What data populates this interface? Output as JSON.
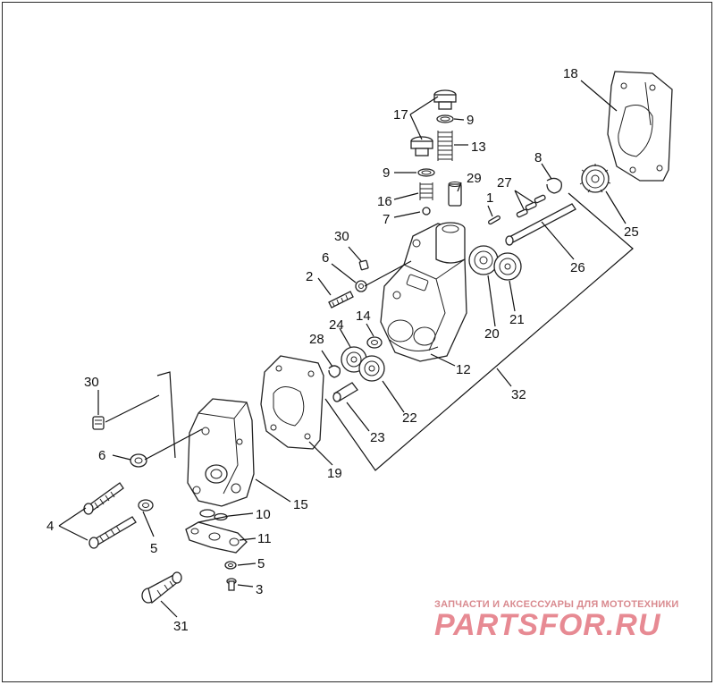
{
  "callouts": [
    {
      "label": "1"
    },
    {
      "label": "2"
    },
    {
      "label": "3"
    },
    {
      "label": "4"
    },
    {
      "label": "5"
    },
    {
      "label": "5"
    },
    {
      "label": "6"
    },
    {
      "label": "6"
    },
    {
      "label": "7"
    },
    {
      "label": "8"
    },
    {
      "label": "9"
    },
    {
      "label": "9"
    },
    {
      "label": "10"
    },
    {
      "label": "11"
    },
    {
      "label": "12"
    },
    {
      "label": "13"
    },
    {
      "label": "14"
    },
    {
      "label": "15"
    },
    {
      "label": "16"
    },
    {
      "label": "17"
    },
    {
      "label": "18"
    },
    {
      "label": "19"
    },
    {
      "label": "20"
    },
    {
      "label": "21"
    },
    {
      "label": "22"
    },
    {
      "label": "23"
    },
    {
      "label": "24"
    },
    {
      "label": "25"
    },
    {
      "label": "26"
    },
    {
      "label": "27"
    },
    {
      "label": "28"
    },
    {
      "label": "29"
    },
    {
      "label": "30"
    },
    {
      "label": "30"
    },
    {
      "label": "31"
    },
    {
      "label": "32"
    }
  ],
  "watermark": {
    "subtitle": "ЗАПЧАСТИ И АКСЕССУАРЫ ДЛЯ МОТОТЕХНИКИ",
    "logo": "PARTSFOR.RU"
  },
  "colors": {
    "line": "#222222",
    "watermark": "#e0646f"
  }
}
